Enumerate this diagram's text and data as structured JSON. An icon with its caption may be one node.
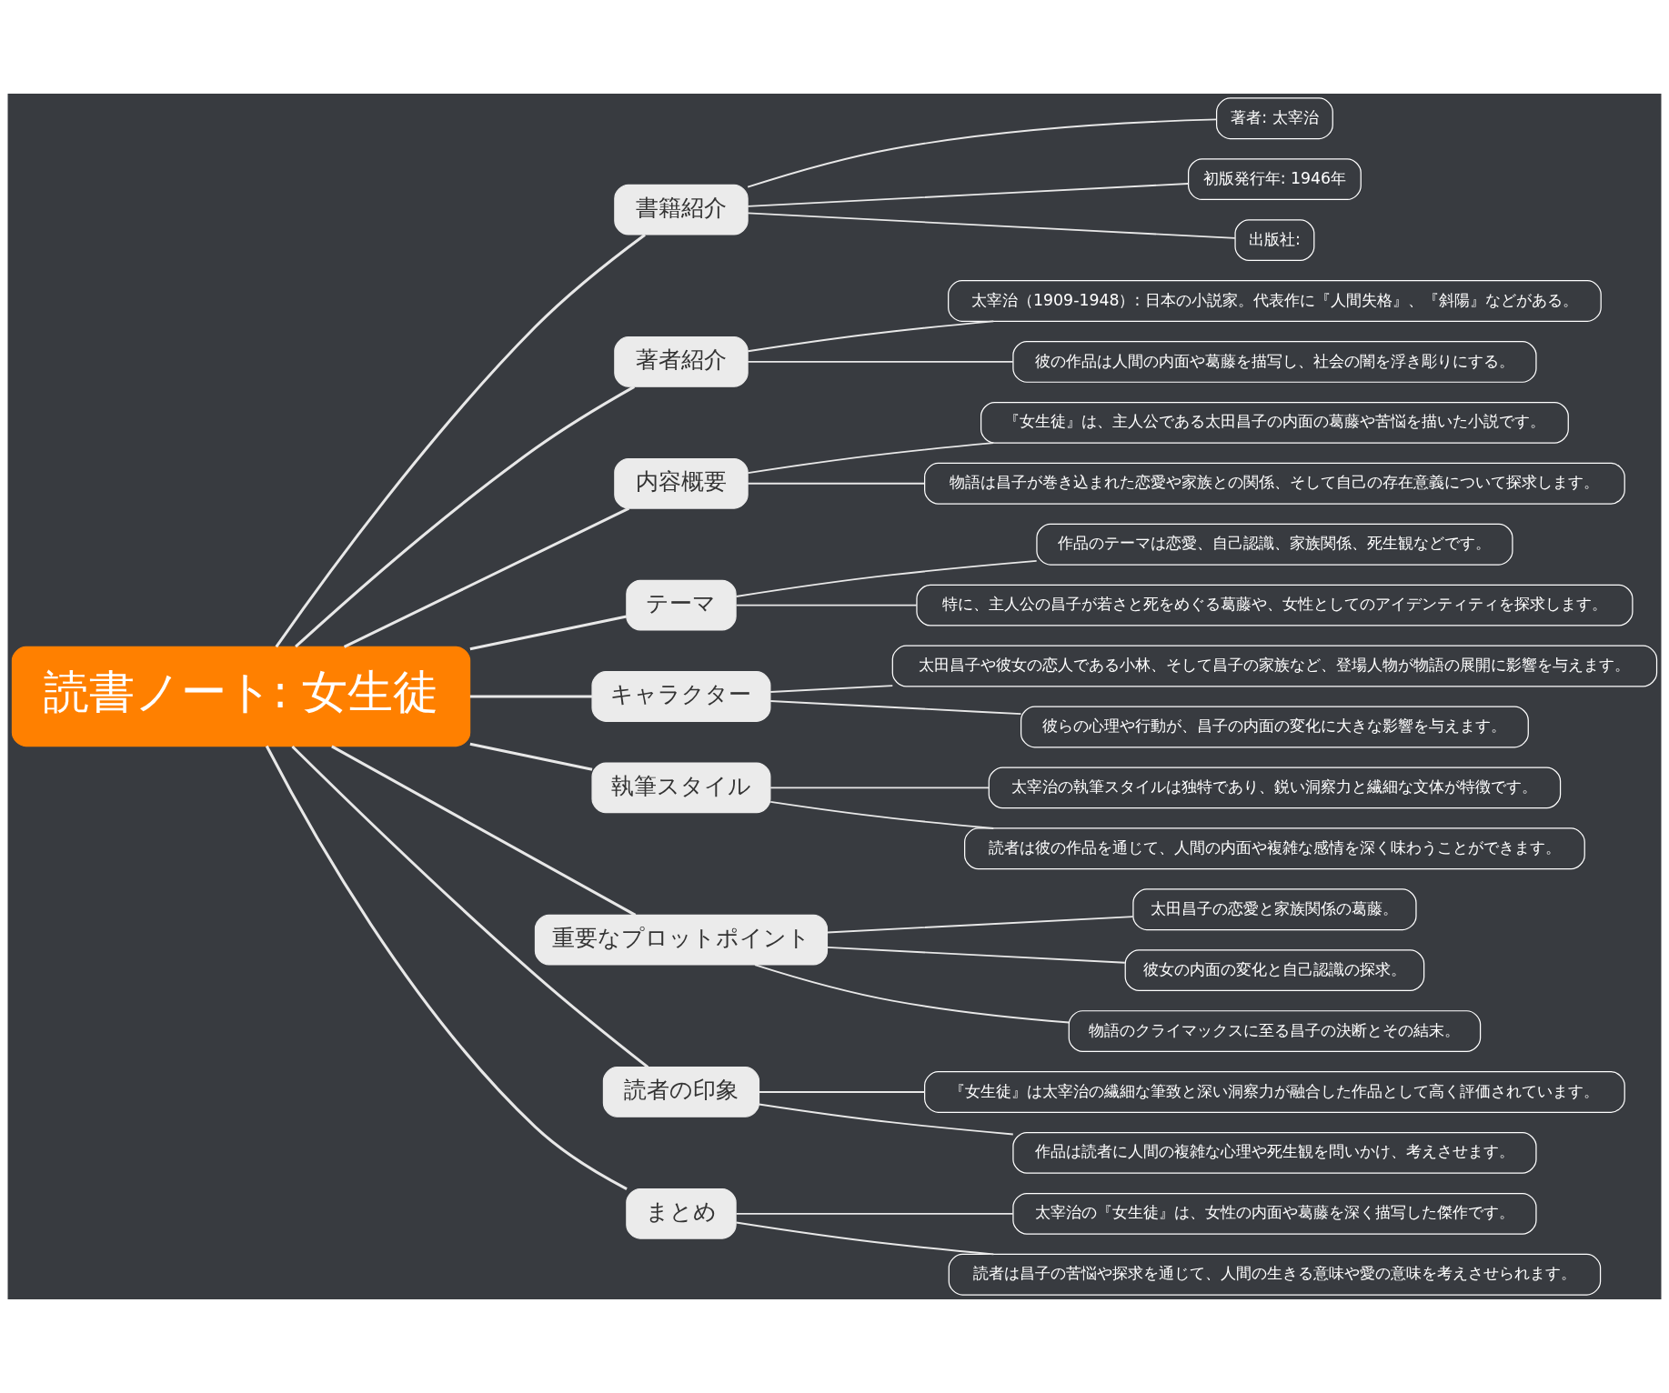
{
  "diagram": {
    "nodes": [
      {
        "text": [
          "読書ノート: 女生徒"
        ]
      },
      {
        "text": [
          "書籍紹介"
        ]
      },
      {
        "text": [
          "著者: 太宰治"
        ]
      },
      {
        "text": [
          "初版発行年: 1946年"
        ]
      },
      {
        "text": [
          "出版社:"
        ]
      },
      {
        "text": [
          "著者紹介"
        ]
      },
      {
        "text": [
          "太宰治（1909-1948）: 日本の小説家。代表作に『人間失格』、『斜陽』などがある。"
        ]
      },
      {
        "text": [
          "彼の作品は人間の内面や葛藤を描写し、社会の闇を浮き彫りにする。"
        ]
      },
      {
        "text": [
          "内容概要"
        ]
      },
      {
        "text": [
          "『女生徒』は、主人公である太田昌子の内面の葛藤や苦悩を描いた小説です。"
        ]
      },
      {
        "text": [
          "物語は昌子が巻き込まれた恋愛や家族との関係、そして自己の存在意義について探求します。"
        ]
      },
      {
        "text": [
          "テーマ"
        ]
      },
      {
        "text": [
          "作品のテーマは恋愛、自己認識、家族関係、死生観などです。"
        ]
      },
      {
        "text": [
          "特に、主人公の昌子が若さと死をめぐる葛藤や、女性としてのアイデンティティを探求します。"
        ]
      },
      {
        "text": [
          "キャラクター"
        ]
      },
      {
        "text": [
          "太田昌子や彼女の恋人である小林、そして昌子の家族など、登場人物が物語の展開に影響を与えます。"
        ]
      },
      {
        "text": [
          "彼らの心理や行動が、昌子の内面の変化に大きな影響を与えます。"
        ]
      },
      {
        "text": [
          "執筆スタイル"
        ]
      },
      {
        "text": [
          "太宰治の執筆スタイルは独特であり、鋭い洞察力と繊細な文体が特徴です。"
        ]
      },
      {
        "text": [
          "読者は彼の作品を通じて、人間の内面や複雑な感情を深く味わうことができます。"
        ]
      },
      {
        "text": [
          "重要なプロットポイント"
        ]
      },
      {
        "text": [
          "太田昌子の恋愛と家族関係の葛藤。"
        ]
      },
      {
        "text": [
          "彼女の内面の変化と自己認識の探求。"
        ]
      },
      {
        "text": [
          "物語のクライマックスに至る昌子の決断とその結末。"
        ]
      },
      {
        "text": [
          "読者の印象"
        ]
      },
      {
        "text": [
          "『女生徒』は太宰治の繊細な筆致と深い洞察力が融合した作品として高く評価されています。"
        ]
      },
      {
        "text": [
          "作品は読者に人間の複雑な心理や死生観を問いかけ、考えさせます。"
        ]
      },
      {
        "text": [
          "まとめ"
        ]
      },
      {
        "text": [
          "太宰治の『女生徒』は、女性の内面や葛藤を深く描写した傑作です。"
        ]
      },
      {
        "text": [
          "読者は昌子の苦悩や探求を通じて、人間の生きる意味や愛の意味を考えさせられます。"
        ]
      }
    ],
    "edges": [
      {
        "from": 0,
        "to": 1,
        "arrow": "none"
      },
      {
        "from": 1,
        "to": 2,
        "arrow": "none"
      },
      {
        "from": 1,
        "to": 3,
        "arrow": "none"
      },
      {
        "from": 1,
        "to": 4,
        "arrow": "none"
      },
      {
        "from": 0,
        "to": 5,
        "arrow": "none"
      },
      {
        "from": 5,
        "to": 6,
        "arrow": "none"
      },
      {
        "from": 5,
        "to": 7,
        "arrow": "none"
      },
      {
        "from": 0,
        "to": 8,
        "arrow": "none"
      },
      {
        "from": 8,
        "to": 9,
        "arrow": "none"
      },
      {
        "from": 8,
        "to": 10,
        "arrow": "none"
      },
      {
        "from": 0,
        "to": 11,
        "arrow": "none"
      },
      {
        "from": 11,
        "to": 12,
        "arrow": "none"
      },
      {
        "from": 11,
        "to": 13,
        "arrow": "none"
      },
      {
        "from": 0,
        "to": 14,
        "arrow": "none"
      },
      {
        "from": 14,
        "to": 15,
        "arrow": "none"
      },
      {
        "from": 14,
        "to": 16,
        "arrow": "none"
      },
      {
        "from": 0,
        "to": 17,
        "arrow": "none"
      },
      {
        "from": 17,
        "to": 18,
        "arrow": "none"
      },
      {
        "from": 17,
        "to": 19,
        "arrow": "none"
      },
      {
        "from": 0,
        "to": 20,
        "arrow": "none"
      },
      {
        "from": 20,
        "to": 21,
        "arrow": "none"
      },
      {
        "from": 20,
        "to": 22,
        "arrow": "none"
      },
      {
        "from": 20,
        "to": 23,
        "arrow": "none"
      },
      {
        "from": 0,
        "to": 24,
        "arrow": "none"
      },
      {
        "from": 24,
        "to": 25,
        "arrow": "none"
      },
      {
        "from": 24,
        "to": 26,
        "arrow": "none"
      },
      {
        "from": 0,
        "to": 27,
        "arrow": "none"
      },
      {
        "from": 27,
        "to": 28,
        "arrow": "none"
      },
      {
        "from": 27,
        "to": 29,
        "arrow": "none"
      }
    ]
  }
}
